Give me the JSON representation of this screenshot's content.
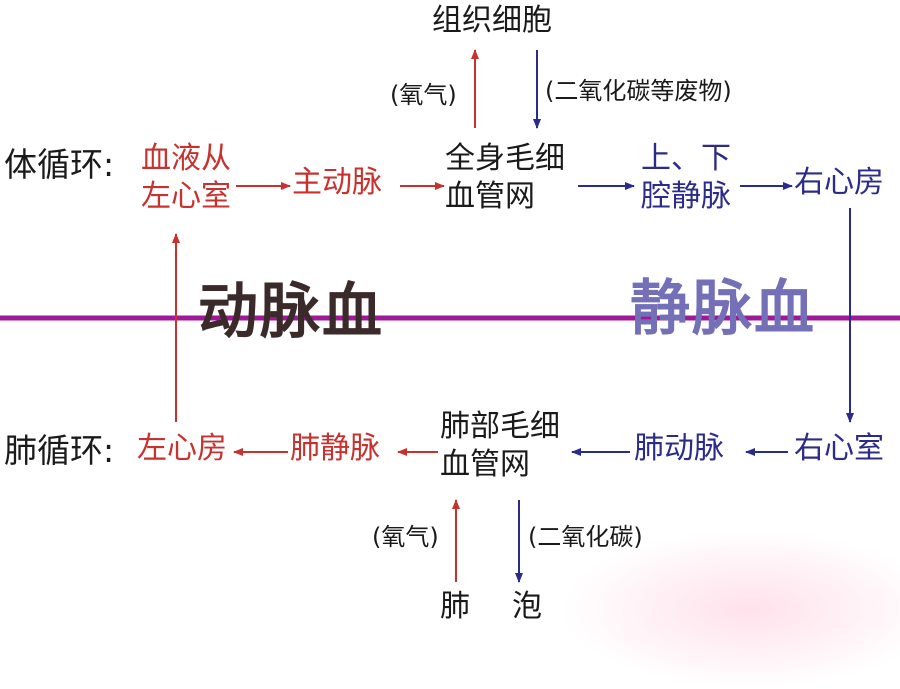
{
  "top": {
    "tissue_cells": "组织细胞",
    "oxygen": "(氧气)",
    "co2_waste": "(二氧化碳等废物)"
  },
  "systemic": {
    "label": "体循环:",
    "left_ventricle": [
      "血液从",
      "左心室"
    ],
    "aorta": "主动脉",
    "body_capillaries": [
      "全身毛细",
      "血管网"
    ],
    "venae_cavae": [
      "上、下",
      "腔静脉"
    ],
    "right_atrium": "右心房"
  },
  "middle": {
    "arterial_blood": "动脉血",
    "venous_blood": "静脉血"
  },
  "pulmonary": {
    "label": "肺循环:",
    "left_atrium": "左心房",
    "pulmonary_vein": "肺静脉",
    "lung_capillaries": [
      "肺部毛细",
      "血管网"
    ],
    "pulmonary_artery": "肺动脉",
    "right_ventricle": "右心室"
  },
  "bottom": {
    "oxygen": "(氧气)",
    "co2": "(二氧化碳)",
    "alveoli": [
      "肺",
      "泡"
    ]
  },
  "colors": {
    "arterial": "#c8322e",
    "venous": "#2b2b8c",
    "divider": "#a0189a",
    "text": "#1a1a1a"
  }
}
